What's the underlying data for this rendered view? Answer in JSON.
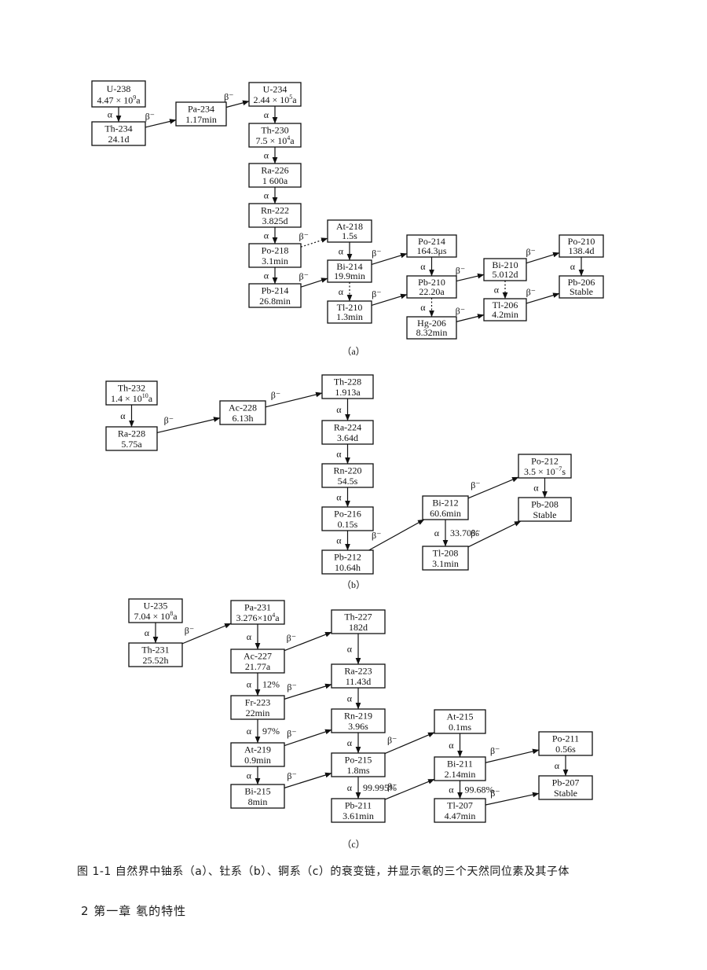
{
  "diagrams": [
    {
      "sublabel": "（a）",
      "nodes": [
        {
          "id": "u238",
          "l1": "U-238",
          "l2": "4.47 × 10",
          "sup": "9",
          "l2b": "a"
        },
        {
          "id": "th234",
          "l1": "Th-234",
          "l2": "24.1d"
        },
        {
          "id": "pa234",
          "l1": "Pa-234",
          "l2": "1.17min"
        },
        {
          "id": "u234",
          "l1": "U-234",
          "l2": "2.44 × 10",
          "sup": "5",
          "l2b": "a"
        },
        {
          "id": "th230",
          "l1": "Th-230",
          "l2": "7.5 × 10",
          "sup": "4",
          "l2b": "a"
        },
        {
          "id": "ra226",
          "l1": "Ra-226",
          "l2": "1 600a"
        },
        {
          "id": "rn222",
          "l1": "Rn-222",
          "l2": "3.825d"
        },
        {
          "id": "po218",
          "l1": "Po-218",
          "l2": "3.1min"
        },
        {
          "id": "pb214",
          "l1": "Pb-214",
          "l2": "26.8min"
        },
        {
          "id": "at218",
          "l1": "At-218",
          "l2": "1.5s"
        },
        {
          "id": "bi214",
          "l1": "Bi-214",
          "l2": "19.9min"
        },
        {
          "id": "tl210",
          "l1": "Tl-210",
          "l2": "1.3min"
        },
        {
          "id": "po214",
          "l1": "Po-214",
          "l2": "164.3μs"
        },
        {
          "id": "pb210",
          "l1": "Pb-210",
          "l2": "22.20a"
        },
        {
          "id": "hg206",
          "l1": "Hg-206",
          "l2": "8.32min"
        },
        {
          "id": "bi210",
          "l1": "Bi-210",
          "l2": "5.012d"
        },
        {
          "id": "tl206",
          "l1": "Tl-206",
          "l2": "4.2min"
        },
        {
          "id": "po210",
          "l1": "Po-210",
          "l2": "138.4d"
        },
        {
          "id": "pb206",
          "l1": "Pb-206",
          "l2": "Stable"
        }
      ],
      "edges": [
        {
          "from": "u238",
          "to": "th234",
          "label": "α"
        },
        {
          "from": "th234",
          "to": "pa234",
          "label": "β⁻"
        },
        {
          "from": "pa234",
          "to": "u234",
          "label": "β⁻"
        },
        {
          "from": "u234",
          "to": "th230",
          "label": "α"
        },
        {
          "from": "th230",
          "to": "ra226",
          "label": "α"
        },
        {
          "from": "ra226",
          "to": "rn222",
          "label": "α"
        },
        {
          "from": "rn222",
          "to": "po218",
          "label": "α"
        },
        {
          "from": "po218",
          "to": "pb214",
          "label": "α"
        },
        {
          "from": "po218",
          "to": "at218",
          "label": "β⁻",
          "dotted": true
        },
        {
          "from": "pb214",
          "to": "bi214",
          "label": "β⁻"
        },
        {
          "from": "at218",
          "to": "bi214",
          "label": "α"
        },
        {
          "from": "bi214",
          "to": "tl210",
          "label": "α",
          "dotted": true
        },
        {
          "from": "bi214",
          "to": "po214",
          "label": "β⁻"
        },
        {
          "from": "tl210",
          "to": "pb210",
          "label": "β⁻"
        },
        {
          "from": "po214",
          "to": "pb210",
          "label": "α"
        },
        {
          "from": "pb210",
          "to": "hg206",
          "label": "α",
          "dotted": true
        },
        {
          "from": "pb210",
          "to": "bi210",
          "label": "β⁻"
        },
        {
          "from": "hg206",
          "to": "tl206",
          "label": "β⁻"
        },
        {
          "from": "bi210",
          "to": "tl206",
          "label": "α",
          "dotted": true
        },
        {
          "from": "bi210",
          "to": "po210",
          "label": "β⁻"
        },
        {
          "from": "tl206",
          "to": "pb206",
          "label": "β⁻"
        },
        {
          "from": "po210",
          "to": "pb206",
          "label": "α"
        }
      ]
    },
    {
      "sublabel": "（b）",
      "nodes": [
        {
          "id": "th232",
          "l1": "Th-232",
          "l2": "1.4 × 10",
          "sup": "10",
          "l2b": "a"
        },
        {
          "id": "ra228",
          "l1": "Ra-228",
          "l2": "5.75a"
        },
        {
          "id": "ac228",
          "l1": "Ac-228",
          "l2": "6.13h"
        },
        {
          "id": "th228",
          "l1": "Th-228",
          "l2": "1.913a"
        },
        {
          "id": "ra224",
          "l1": "Ra-224",
          "l2": "3.64d"
        },
        {
          "id": "rn220",
          "l1": "Rn-220",
          "l2": "54.5s"
        },
        {
          "id": "po216",
          "l1": "Po-216",
          "l2": "0.15s"
        },
        {
          "id": "pb212",
          "l1": "Pb-212",
          "l2": "10.64h"
        },
        {
          "id": "bi212",
          "l1": "Bi-212",
          "l2": "60.6min"
        },
        {
          "id": "tl208",
          "l1": "Tl-208",
          "l2": "3.1min"
        },
        {
          "id": "po212",
          "l1": "Po-212",
          "l2": "3.5 × 10",
          "sup": "−7",
          "l2b": "s"
        },
        {
          "id": "pb208",
          "l1": "Pb-208",
          "l2": "Stable"
        }
      ],
      "edges": [
        {
          "from": "th232",
          "to": "ra228",
          "label": "α"
        },
        {
          "from": "ra228",
          "to": "ac228",
          "label": "β⁻"
        },
        {
          "from": "ac228",
          "to": "th228",
          "label": "β⁻"
        },
        {
          "from": "th228",
          "to": "ra224",
          "label": "α"
        },
        {
          "from": "ra224",
          "to": "rn220",
          "label": "α"
        },
        {
          "from": "rn220",
          "to": "po216",
          "label": "α"
        },
        {
          "from": "po216",
          "to": "pb212",
          "label": "α"
        },
        {
          "from": "pb212",
          "to": "bi212",
          "label": "β⁻"
        },
        {
          "from": "bi212",
          "to": "tl208",
          "label": "α",
          "pct": "33.70%"
        },
        {
          "from": "bi212",
          "to": "po212",
          "label": "β⁻"
        },
        {
          "from": "tl208",
          "to": "pb208",
          "label": "β⁻"
        },
        {
          "from": "po212",
          "to": "pb208",
          "label": "α"
        }
      ]
    },
    {
      "sublabel": "（c）",
      "nodes": [
        {
          "id": "u235",
          "l1": "U-235",
          "l2": "7.04 × 10",
          "sup": "8",
          "l2b": "a"
        },
        {
          "id": "th231",
          "l1": "Th-231",
          "l2": "25.52h"
        },
        {
          "id": "pa231",
          "l1": "Pa-231",
          "l2": "3.276×10",
          "sup": "4",
          "l2b": "a"
        },
        {
          "id": "ac227",
          "l1": "Ac-227",
          "l2": "21.77a"
        },
        {
          "id": "fr223",
          "l1": "Fr-223",
          "l2": "22min"
        },
        {
          "id": "at219",
          "l1": "At-219",
          "l2": "0.9min"
        },
        {
          "id": "bi215",
          "l1": "Bi-215",
          "l2": "8min"
        },
        {
          "id": "th227",
          "l1": "Th-227",
          "l2": "182d"
        },
        {
          "id": "ra223",
          "l1": "Ra-223",
          "l2": "11.43d"
        },
        {
          "id": "rn219",
          "l1": "Rn-219",
          "l2": "3.96s"
        },
        {
          "id": "po215",
          "l1": "Po-215",
          "l2": "1.8ms"
        },
        {
          "id": "pb211",
          "l1": "Pb-211",
          "l2": "3.61min"
        },
        {
          "id": "at215",
          "l1": "At-215",
          "l2": "0.1ms"
        },
        {
          "id": "bi211",
          "l1": "Bi-211",
          "l2": "2.14min"
        },
        {
          "id": "tl207",
          "l1": "Tl-207",
          "l2": "4.47min"
        },
        {
          "id": "po211",
          "l1": "Po-211",
          "l2": "0.56s"
        },
        {
          "id": "pb207",
          "l1": "Pb-207",
          "l2": "Stable"
        }
      ],
      "edges": [
        {
          "from": "u235",
          "to": "th231",
          "label": "α"
        },
        {
          "from": "th231",
          "to": "pa231",
          "label": "β⁻"
        },
        {
          "from": "pa231",
          "to": "ac227",
          "label": "α"
        },
        {
          "from": "ac227",
          "to": "th227",
          "label": "β⁻"
        },
        {
          "from": "ac227",
          "to": "fr223",
          "label": "α",
          "pct": "12%"
        },
        {
          "from": "fr223",
          "to": "ra223",
          "label": "β⁻"
        },
        {
          "from": "fr223",
          "to": "at219",
          "label": "α",
          "pct": "97%"
        },
        {
          "from": "th227",
          "to": "ra223",
          "label": "α"
        },
        {
          "from": "at219",
          "to": "rn219",
          "label": "β⁻"
        },
        {
          "from": "at219",
          "to": "bi215",
          "label": "α"
        },
        {
          "from": "ra223",
          "to": "rn219",
          "label": "α"
        },
        {
          "from": "rn219",
          "to": "po215",
          "label": "α"
        },
        {
          "from": "bi215",
          "to": "po215",
          "label": "β⁻"
        },
        {
          "from": "po215",
          "to": "at215",
          "label": "β⁻"
        },
        {
          "from": "po215",
          "to": "pb211",
          "label": "α",
          "pct": "99.995%"
        },
        {
          "from": "pb211",
          "to": "bi211",
          "label": "β⁻"
        },
        {
          "from": "at215",
          "to": "bi211",
          "label": "α"
        },
        {
          "from": "bi211",
          "to": "po211",
          "label": "β⁻"
        },
        {
          "from": "bi211",
          "to": "tl207",
          "label": "α",
          "pct": "99.68%"
        },
        {
          "from": "tl207",
          "to": "pb207",
          "label": "β⁻"
        },
        {
          "from": "po211",
          "to": "pb207",
          "label": "α"
        }
      ]
    }
  ],
  "caption": "图 1-1   自然界中铀系（a）、钍系（b）、锕系（c）的衰变链，并显示氡的三个天然同位素及其子体",
  "footer": "2   第一章    氡的特性"
}
